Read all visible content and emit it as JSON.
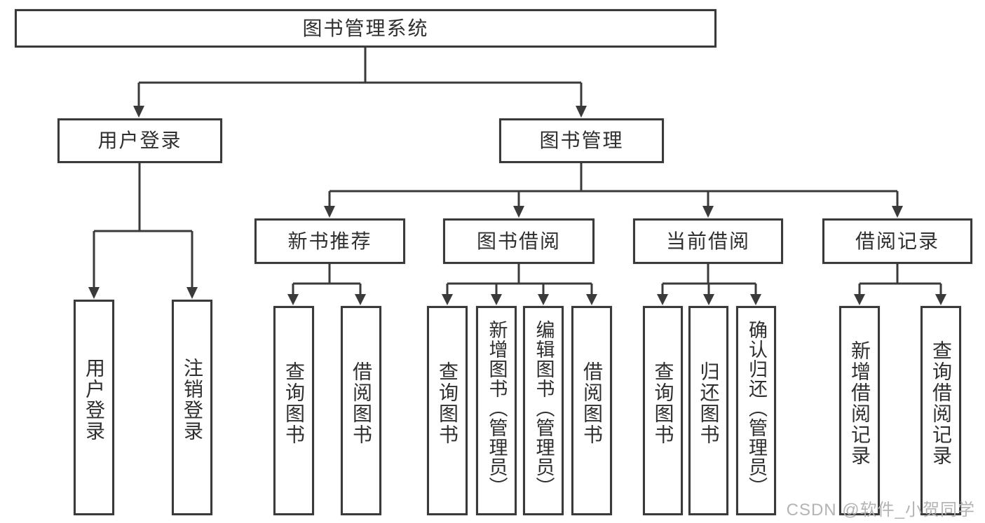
{
  "diagram": {
    "root": {
      "label": "图书管理系统"
    },
    "level2": {
      "user_login": "用户登录",
      "book_management": "图书管理"
    },
    "level3": {
      "new_book_recommend": "新书推荐",
      "book_borrowing": "图书借阅",
      "current_borrowing": "当前借阅",
      "borrowing_records": "借阅记录"
    },
    "leaves": {
      "user_login": "用户登录",
      "logout": "注销登录",
      "recommend_query_books": "查询图书",
      "recommend_borrow_books": "借阅图书",
      "borrowing_query_books": "查询图书",
      "borrowing_add_book_admin": "新增图书（管理员）",
      "borrowing_edit_book_admin": "编辑图书（管理员）",
      "borrowing_borrow_books": "借阅图书",
      "current_query_books": "查询图书",
      "current_return_books": "归还图书",
      "current_confirm_return_admin": "确认归还（管理员）",
      "records_add_record": "新增借阅记录",
      "records_query_record": "查询借阅记录"
    },
    "watermark": "CSDN @软件_小贺同学",
    "colors": {
      "line": "#3a3a3a",
      "text": "#2f2f2f",
      "watermark": "#b4b4b4",
      "background": "#ffffff"
    }
  }
}
